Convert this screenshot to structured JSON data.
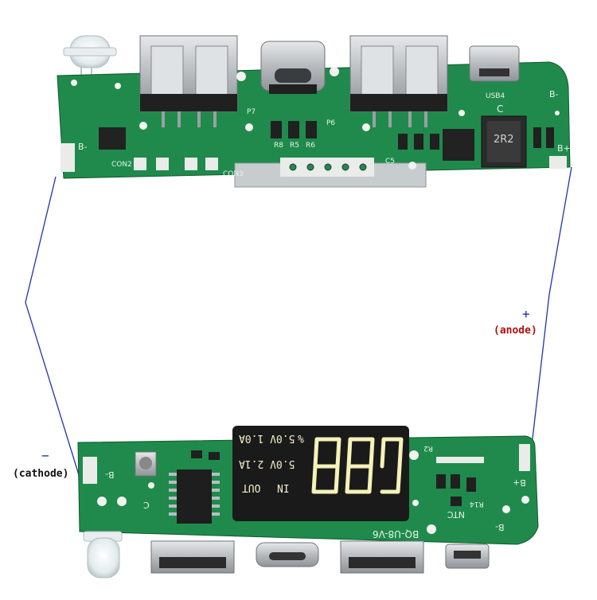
{
  "annotations": {
    "negative_sign": "−",
    "negative_label": "(cathode)",
    "positive_sign": "+",
    "positive_label": "(anode)"
  },
  "top_board": {
    "silk": [
      "B-",
      "B-",
      "B+",
      "C",
      "CON2",
      "CON3",
      "USB4",
      "P7",
      "P6",
      "2R2",
      "R8",
      "R5",
      "R6",
      "C5"
    ]
  },
  "bottom_board": {
    "display": {
      "line1": "5.0V 1.0A",
      "percent": "%",
      "line2": "5.0V 2.1A",
      "in": "IN",
      "out": "OUT"
    },
    "silk": [
      "BQ-U8-V6",
      "NTC",
      "B+",
      "B-",
      "B-",
      "C",
      "R14",
      "R2"
    ]
  },
  "colors": {
    "pcb": "#1f8a4c",
    "pcb_dark": "#136b37",
    "wire": "#2233aa",
    "display_bg": "#1a1a1a",
    "segment": "#f4f2b8",
    "metal": "#c9ccd0"
  }
}
